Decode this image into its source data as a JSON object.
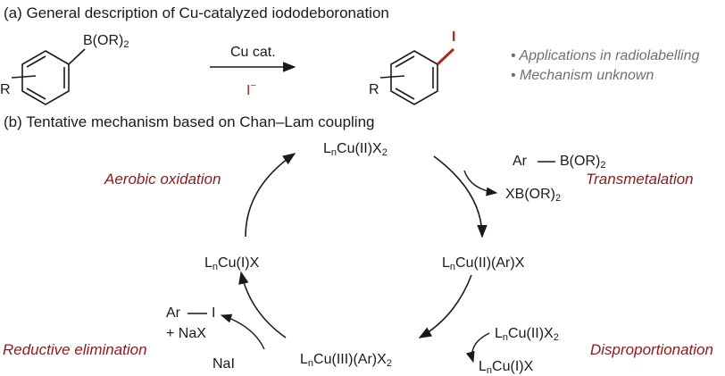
{
  "section_a": {
    "heading": "(a) General description of Cu-catalyzed iododeboronation",
    "reactant": {
      "substituent": "R",
      "group_main": "B(OR)",
      "group_sub": "2"
    },
    "arrow_top": "Cu cat.",
    "arrow_bottom_main": "I",
    "arrow_bottom_sup": "−",
    "product": {
      "substituent": "R",
      "group": "I"
    },
    "notes": [
      "Applications in radiolabelling",
      "Mechanism unknown"
    ]
  },
  "section_b": {
    "heading": "(b) Tentative mechanism based on Chan–Lam coupling",
    "steps": {
      "aerobic": "Aerobic oxidation",
      "transmetalation": "Transmetalation",
      "reductive": "Reductive elimination",
      "disproportionation": "Disproportionation"
    },
    "species": {
      "top": {
        "L": "L",
        "n": "n",
        "rest": "Cu(II)X",
        "x2": "2"
      },
      "right": {
        "L": "L",
        "n": "n",
        "rest": "Cu(II)(Ar)X"
      },
      "bottom": {
        "L": "L",
        "n": "n",
        "rest": "Cu(III)(Ar)X",
        "x2": "2"
      },
      "left": {
        "L": "L",
        "n": "n",
        "rest": "Cu(I)X"
      }
    },
    "side": {
      "ar_b_ar": "Ar",
      "ar_b_b": "B(OR)",
      "ar_b_sub": "2",
      "xb": "XB(OR)",
      "xb_sub": "2",
      "cu2_L": "L",
      "cu2_n": "n",
      "cu2_rest": "Cu(II)X",
      "cu2_sub": "2",
      "cu1_L": "L",
      "cu1_n": "n",
      "cu1_rest": "Cu(I)X",
      "ari_ar": "Ar",
      "ari_i": "I",
      "naX": "+ NaX",
      "naI": "NaI"
    }
  },
  "colors": {
    "step_red": "#8b1a1a",
    "iodide_red": "#b3261e",
    "note_gray": "#6f6f6f",
    "ink": "#1a1a1a"
  }
}
